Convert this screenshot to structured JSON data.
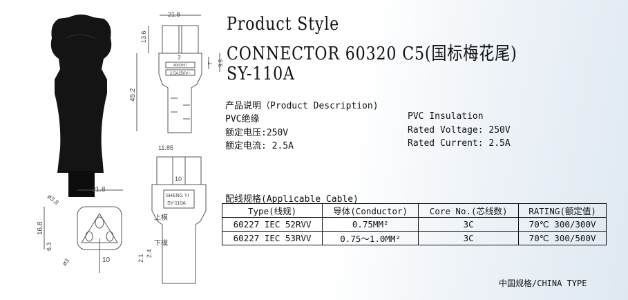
{
  "header": {
    "line1": "Product Style",
    "line2": "CONNECTOR  60320 C5(国标梅花尾)",
    "line3": "SY-110A"
  },
  "description": {
    "heading": "产品说明（Product Description)",
    "cn": [
      "PVC绝缘",
      "额定电压:250V",
      "额定电流: 2.5A"
    ],
    "en": [
      "PVC Insulation",
      "Rated Voltage: 250V",
      "Rated Current: 2.5A"
    ]
  },
  "cable": {
    "heading": "配线规格(Applicable Cable)",
    "columns": [
      "Type(线规)",
      "导体(Conductor)",
      "Core No.(芯线数)",
      "RATING(额定值)"
    ],
    "rows": [
      [
        "60227 IEC 52RVV",
        "0.75MM²",
        "3C",
        "70℃ 300/300V"
      ],
      [
        "60227 IEC 53RVV",
        "0.75～1.0MM²",
        "3C",
        "70℃ 300/500V"
      ]
    ]
  },
  "footer": "中国规格/CHINA TYPE",
  "drawing": {
    "top_dims": [
      "21.8",
      "13.6",
      "3",
      "7",
      "9.8",
      "45.2"
    ],
    "top_label": [
      "A060957",
      "2.5A250V~"
    ],
    "side_dims": [
      "11.85",
      "10",
      "上模",
      "下模",
      "2.1",
      "2.4"
    ],
    "side_label": [
      "SHENG YI",
      "SY-110A"
    ],
    "face_dims": [
      "21.8",
      "ø3.8",
      "16.8",
      "6.3",
      "ø3",
      "10"
    ]
  }
}
